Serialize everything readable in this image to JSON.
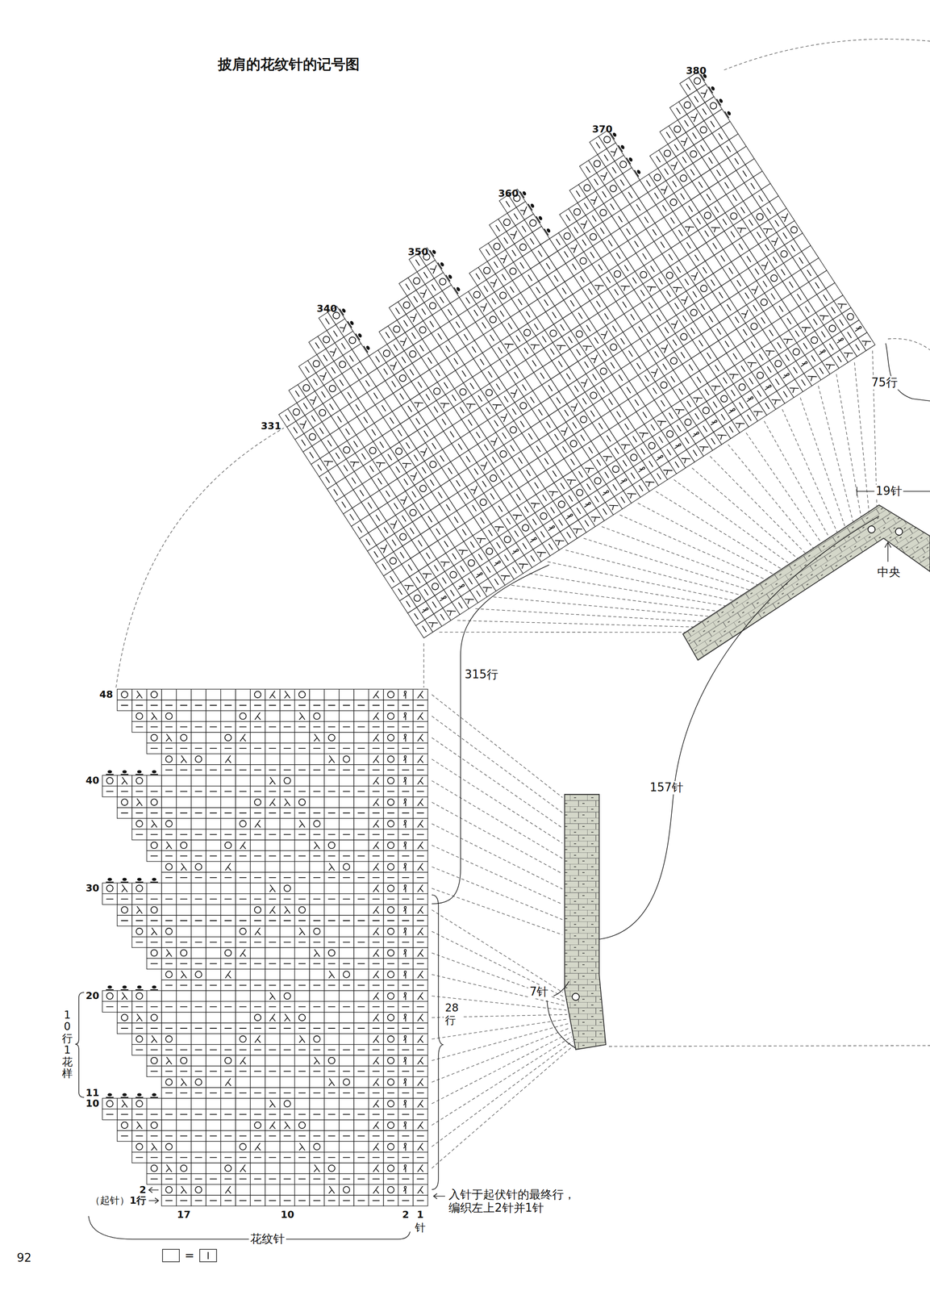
{
  "diagram": {
    "title": "披肩的花纹针的记号图",
    "labels": [
      "380",
      "370",
      "360",
      "350",
      "340",
      "331",
      "75行",
      "19针",
      "中央",
      "315行",
      "157针",
      "48",
      "40",
      "30",
      "20",
      "11",
      "10",
      "10行1花样",
      "28行",
      "7针",
      "2",
      "1行",
      "（起针）",
      "17",
      "10",
      "2",
      "1",
      "针",
      "入针于起伏针的最终行， 编织左上2针并1针",
      "花纹针",
      "92"
    ],
    "legend": [
      {
        "text": "="
      }
    ]
  }
}
